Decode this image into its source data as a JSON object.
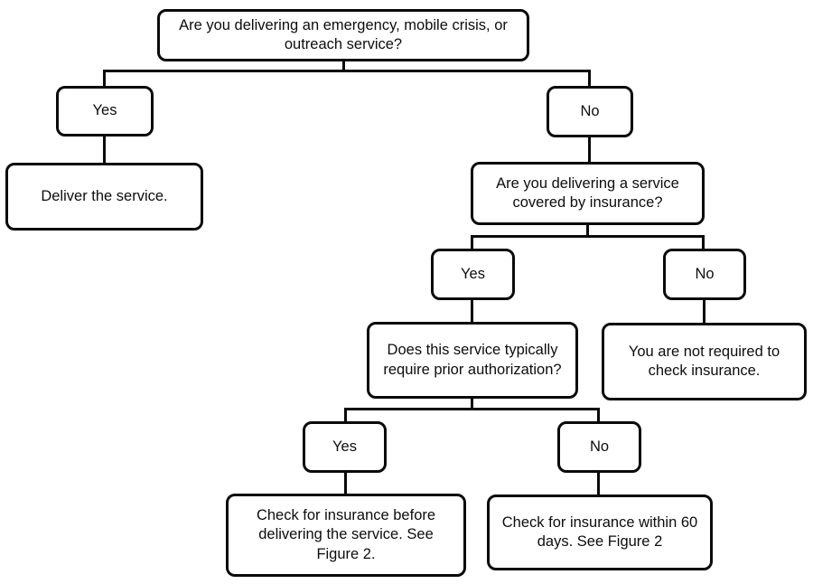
{
  "diagram": {
    "type": "decision-tree-flowchart",
    "background_color": "#ffffff",
    "line_color": "#0a0a0a",
    "text_color": "#0d0d0d",
    "nodes": {
      "q1": {
        "id": "q1",
        "kind": "question",
        "text": "Are you delivering an emergency, mobile crisis, or outreach service?"
      },
      "q1_yes": {
        "id": "q1_yes",
        "kind": "answer",
        "text": "Yes"
      },
      "q1_no": {
        "id": "q1_no",
        "kind": "answer",
        "text": "No"
      },
      "a_deliver": {
        "id": "a_deliver",
        "kind": "outcome",
        "text": "Deliver the service."
      },
      "q2": {
        "id": "q2",
        "kind": "question",
        "text": "Are you delivering a service covered by insurance?"
      },
      "q2_yes": {
        "id": "q2_yes",
        "kind": "answer",
        "text": "Yes"
      },
      "q2_no": {
        "id": "q2_no",
        "kind": "answer",
        "text": "No"
      },
      "q3": {
        "id": "q3",
        "kind": "question",
        "text": "Does this service typically require prior authorization?"
      },
      "a_not_required": {
        "id": "a_not_required",
        "kind": "outcome",
        "text": "You are not required to check insurance."
      },
      "q3_yes": {
        "id": "q3_yes",
        "kind": "answer",
        "text": "Yes"
      },
      "q3_no": {
        "id": "q3_no",
        "kind": "answer",
        "text": "No"
      },
      "a_check_before": {
        "id": "a_check_before",
        "kind": "outcome",
        "text": "Check for insurance before delivering the service. See Figure 2."
      },
      "a_check_60": {
        "id": "a_check_60",
        "kind": "outcome",
        "text": "Check for insurance within 60 days. See Figure 2"
      }
    },
    "edges": [
      {
        "from": "q1",
        "to": "q1_yes",
        "label": "Yes"
      },
      {
        "from": "q1",
        "to": "q1_no",
        "label": "No"
      },
      {
        "from": "q1_yes",
        "to": "a_deliver",
        "label": ""
      },
      {
        "from": "q1_no",
        "to": "q2",
        "label": ""
      },
      {
        "from": "q2",
        "to": "q2_yes",
        "label": "Yes"
      },
      {
        "from": "q2",
        "to": "q2_no",
        "label": "No"
      },
      {
        "from": "q2_yes",
        "to": "q3",
        "label": ""
      },
      {
        "from": "q2_no",
        "to": "a_not_required",
        "label": ""
      },
      {
        "from": "q3",
        "to": "q3_yes",
        "label": "Yes"
      },
      {
        "from": "q3",
        "to": "q3_no",
        "label": "No"
      },
      {
        "from": "q3_yes",
        "to": "a_check_before",
        "label": ""
      },
      {
        "from": "q3_no",
        "to": "a_check_60",
        "label": ""
      }
    ]
  }
}
